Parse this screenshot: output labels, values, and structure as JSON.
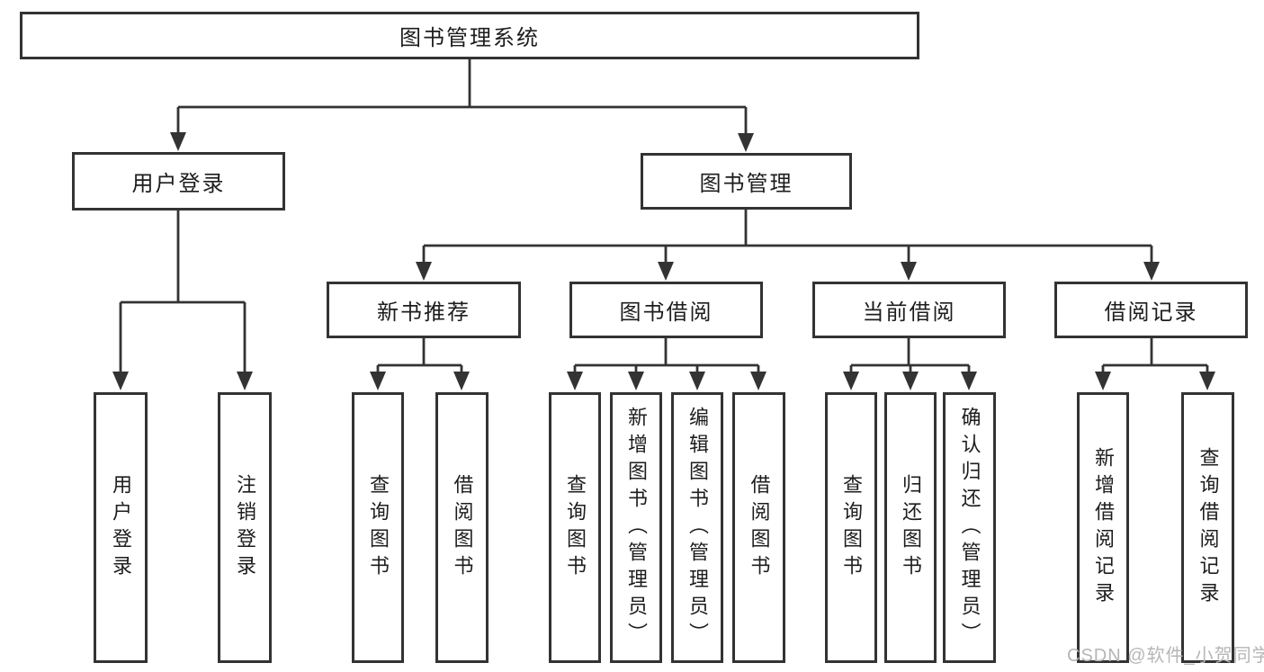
{
  "diagram": {
    "root": {
      "label": "图书管理系统"
    },
    "branches": [
      {
        "label": "用户登录",
        "children": [
          {
            "label": "用户登录"
          },
          {
            "label": "注销登录"
          }
        ]
      },
      {
        "label": "图书管理",
        "children": [
          {
            "label": "新书推荐",
            "children": [
              {
                "label": "查询图书"
              },
              {
                "label": "借阅图书"
              }
            ]
          },
          {
            "label": "图书借阅",
            "children": [
              {
                "label": "查询图书"
              },
              {
                "label": "新增图书（管理员）"
              },
              {
                "label": "编辑图书（管理员）"
              },
              {
                "label": "借阅图书"
              }
            ]
          },
          {
            "label": "当前借阅",
            "children": [
              {
                "label": "查询图书"
              },
              {
                "label": "归还图书"
              },
              {
                "label": "确认归还（管理员）"
              }
            ]
          },
          {
            "label": "借阅记录",
            "children": [
              {
                "label": "新增借阅记录"
              },
              {
                "label": "查询借阅记录"
              }
            ]
          }
        ]
      }
    ]
  },
  "colors": {
    "line": "#333333",
    "text": "#1d1d1f",
    "watermark": "#b5b6b8",
    "background": "#ffffff"
  },
  "watermark": {
    "text": "CSDN @软件_小贺同学"
  }
}
